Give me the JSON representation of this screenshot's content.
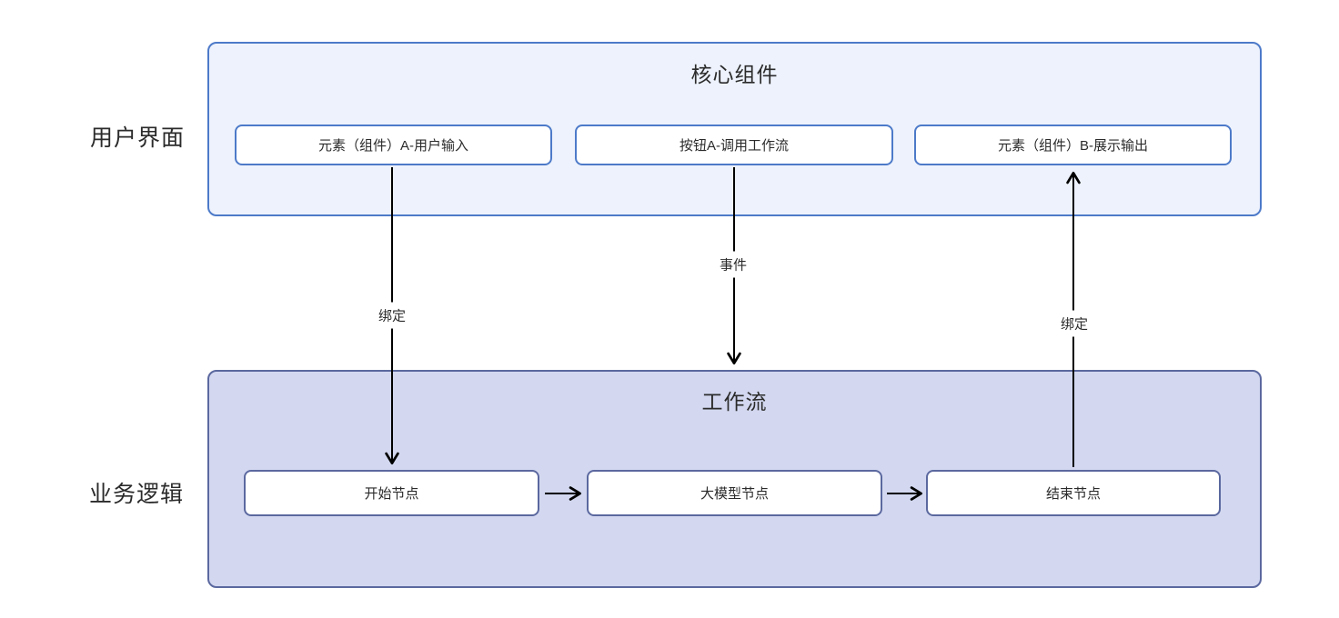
{
  "layers": {
    "ui": {
      "side_label": "用户界面",
      "title": "核心组件",
      "boxes": [
        "元素（组件）A-用户输入",
        "按钮A-调用工作流",
        "元素（组件）B-展示输出"
      ]
    },
    "logic": {
      "side_label": "业务逻辑",
      "title": "工作流",
      "boxes": [
        "开始节点",
        "大模型节点",
        "结束节点"
      ]
    }
  },
  "edges": {
    "bind_left": {
      "label": "绑定",
      "from": "元素（组件）A-用户输入",
      "to": "开始节点",
      "direction": "down"
    },
    "event": {
      "label": "事件",
      "from": "按钮A-调用工作流",
      "to": "工作流",
      "direction": "down"
    },
    "bind_right": {
      "label": "绑定",
      "from": "结束节点",
      "to": "元素（组件）B-展示输出",
      "direction": "up"
    },
    "flow_1": {
      "from": "开始节点",
      "to": "大模型节点",
      "direction": "right"
    },
    "flow_2": {
      "from": "大模型节点",
      "to": "结束节点",
      "direction": "right"
    }
  },
  "colors": {
    "ui_layer_fill": "#edf2fc",
    "ui_layer_border": "#4d7ac9",
    "logic_layer_fill": "#d3d8f0",
    "logic_layer_border": "#5b689f",
    "node_fill": "#ffffff",
    "arrow": "#000000",
    "text": "#2b2b2b",
    "page_background": "#ffffff"
  }
}
